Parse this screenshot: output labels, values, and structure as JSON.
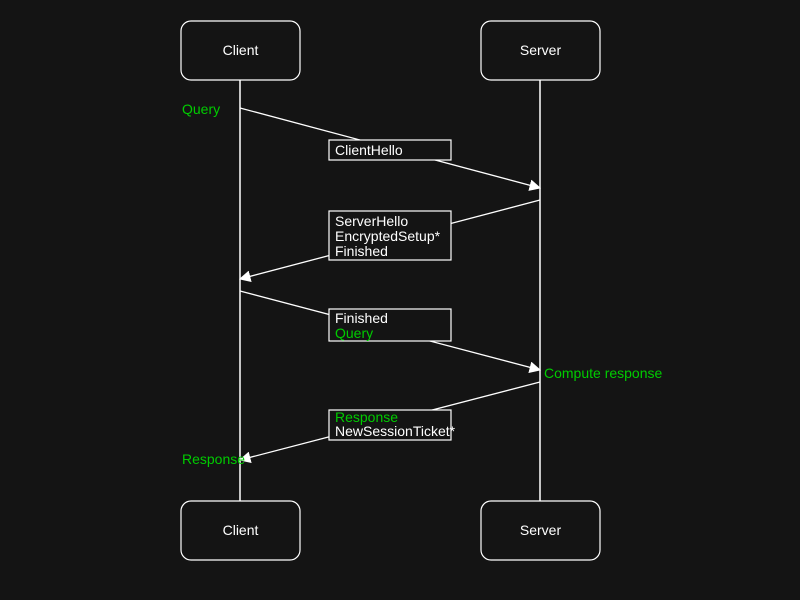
{
  "colors": {
    "background": "#141414",
    "line": "#ffffff",
    "text": "#ffffff",
    "green": "#00cc00"
  },
  "actors": {
    "client": {
      "label": "Client"
    },
    "server": {
      "label": "Server"
    }
  },
  "messages": [
    {
      "name": "client-hello",
      "from": "client",
      "to": "server",
      "lines": [
        {
          "text": "ClientHello",
          "color": "white"
        }
      ]
    },
    {
      "name": "server-hello",
      "from": "server",
      "to": "client",
      "lines": [
        {
          "text": "ServerHello",
          "color": "white"
        },
        {
          "text": "EncryptedSetup*",
          "color": "white"
        },
        {
          "text": "Finished",
          "color": "white"
        }
      ]
    },
    {
      "name": "finished-query",
      "from": "client",
      "to": "server",
      "lines": [
        {
          "text": "Finished",
          "color": "white"
        },
        {
          "text": "Query",
          "color": "green"
        }
      ]
    },
    {
      "name": "response-ticket",
      "from": "server",
      "to": "client",
      "lines": [
        {
          "text": "Response",
          "color": "green"
        },
        {
          "text": "NewSessionTicket*",
          "color": "white"
        }
      ]
    }
  ],
  "annotations": [
    {
      "text": "Query",
      "side": "left",
      "color": "green"
    },
    {
      "text": "Compute response",
      "side": "right",
      "color": "green"
    },
    {
      "text": "Response",
      "side": "left",
      "color": "green"
    }
  ]
}
